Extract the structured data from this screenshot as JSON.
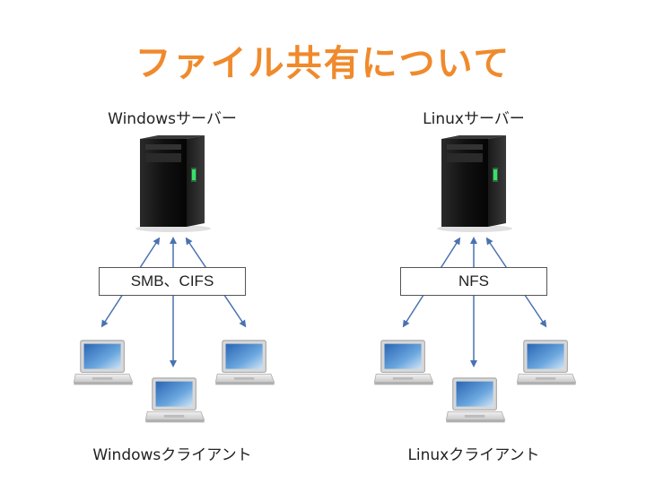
{
  "title": "ファイル共有について",
  "groups": [
    {
      "server_label": "Windowsサーバー",
      "protocol": "SMB、CIFS",
      "client_label": "Windowsクライアント"
    },
    {
      "server_label": "Linuxサーバー",
      "protocol": "NFS",
      "client_label": "Linuxクライアント"
    }
  ],
  "colors": {
    "title": "#f08a2c",
    "arrow": "#4a72b0",
    "server_light": "#3adf6a",
    "screen": "#3d7fc4"
  },
  "icons": [
    "server-icon",
    "laptop-icon"
  ]
}
